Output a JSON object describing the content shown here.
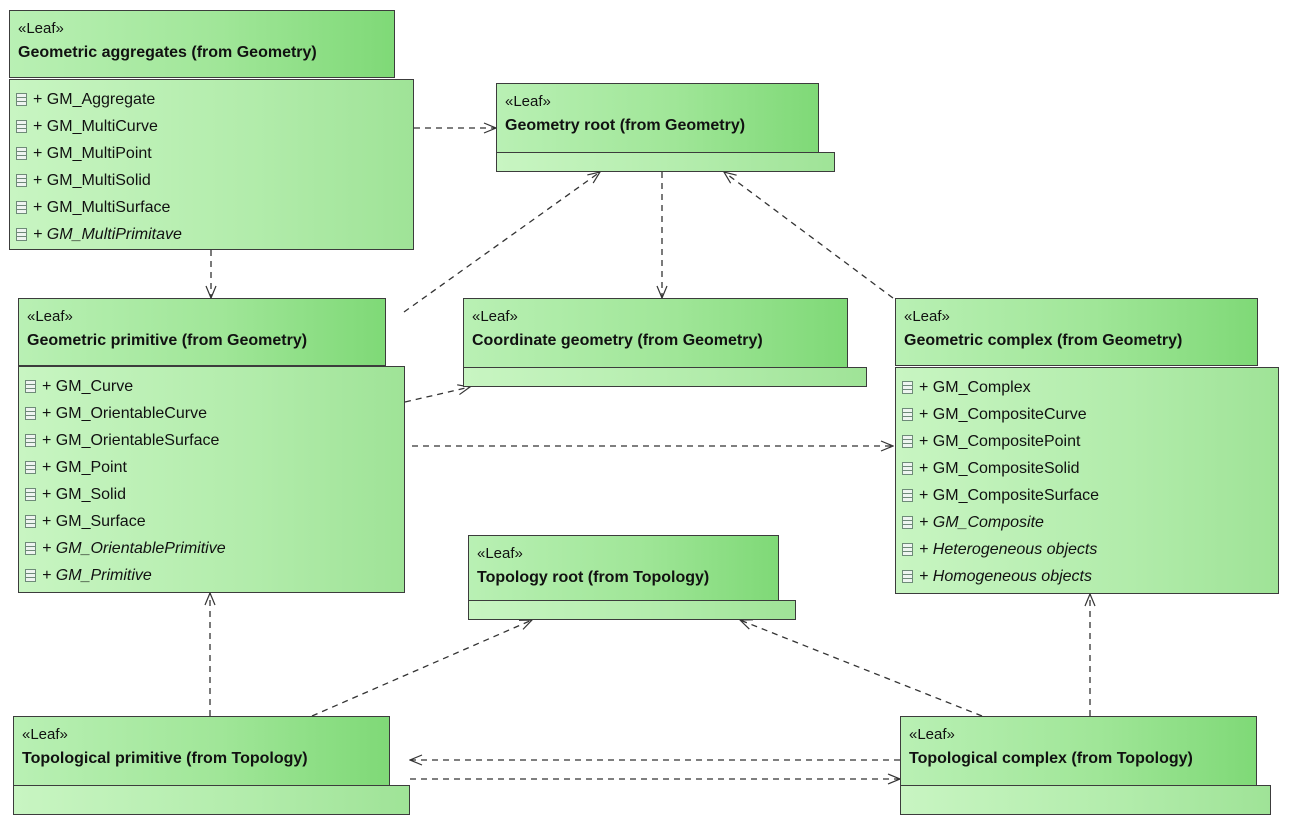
{
  "packages": [
    {
      "id": "geometric-aggregates",
      "stereotype": "«Leaf»",
      "title": "Geometric aggregates (from Geometry)",
      "members": [
        {
          "text": "+ GM_Aggregate",
          "italic": false
        },
        {
          "text": "+ GM_MultiCurve",
          "italic": false
        },
        {
          "text": "+ GM_MultiPoint",
          "italic": false
        },
        {
          "text": "+ GM_MultiSolid",
          "italic": false
        },
        {
          "text": "+ GM_MultiSurface",
          "italic": false
        },
        {
          "text": "+ GM_MultiPrimitave",
          "italic": true
        }
      ]
    },
    {
      "id": "geometry-root",
      "stereotype": "«Leaf»",
      "title": "Geometry root (from Geometry)",
      "members": []
    },
    {
      "id": "geometric-primitive",
      "stereotype": "«Leaf»",
      "title": "Geometric primitive (from Geometry)",
      "members": [
        {
          "text": "+ GM_Curve",
          "italic": false
        },
        {
          "text": "+ GM_OrientableCurve",
          "italic": false
        },
        {
          "text": "+ GM_OrientableSurface",
          "italic": false
        },
        {
          "text": "+ GM_Point",
          "italic": false
        },
        {
          "text": "+ GM_Solid",
          "italic": false
        },
        {
          "text": "+ GM_Surface",
          "italic": false
        },
        {
          "text": "+ GM_OrientablePrimitive",
          "italic": true
        },
        {
          "text": "+ GM_Primitive",
          "italic": true
        }
      ]
    },
    {
      "id": "coordinate-geometry",
      "stereotype": "«Leaf»",
      "title": "Coordinate geometry (from Geometry)",
      "members": []
    },
    {
      "id": "geometric-complex",
      "stereotype": "«Leaf»",
      "title": "Geometric complex (from Geometry)",
      "members": [
        {
          "text": "+ GM_Complex",
          "italic": false
        },
        {
          "text": "+ GM_CompositeCurve",
          "italic": false
        },
        {
          "text": "+ GM_CompositePoint",
          "italic": false
        },
        {
          "text": "+ GM_CompositeSolid",
          "italic": false
        },
        {
          "text": "+ GM_CompositeSurface",
          "italic": false
        },
        {
          "text": "+ GM_Composite",
          "italic": true
        },
        {
          "text": "+ Heterogeneous objects",
          "italic": true
        },
        {
          "text": "+ Homogeneous objects",
          "italic": true
        }
      ]
    },
    {
      "id": "topology-root",
      "stereotype": "«Leaf»",
      "title": "Topology root (from Topology)",
      "members": []
    },
    {
      "id": "topological-primitive",
      "stereotype": "«Leaf»",
      "title": "Topological primitive (from Topology)",
      "members": []
    },
    {
      "id": "topological-complex",
      "stereotype": "«Leaf»",
      "title": "Topological complex (from Topology)",
      "members": []
    }
  ],
  "dependencies": [
    {
      "from": "geometric-aggregates",
      "to": "geometry-root"
    },
    {
      "from": "geometric-aggregates",
      "to": "geometric-primitive"
    },
    {
      "from": "geometric-primitive",
      "to": "geometry-root"
    },
    {
      "from": "geometry-root",
      "to": "coordinate-geometry"
    },
    {
      "from": "geometric-complex",
      "to": "geometry-root"
    },
    {
      "from": "geometric-primitive",
      "to": "coordinate-geometry"
    },
    {
      "from": "geometric-primitive",
      "to": "geometric-complex"
    },
    {
      "from": "topological-primitive",
      "to": "geometric-primitive"
    },
    {
      "from": "topological-primitive",
      "to": "topology-root"
    },
    {
      "from": "topological-complex",
      "to": "topology-root"
    },
    {
      "from": "topological-complex",
      "to": "geometric-complex"
    },
    {
      "from": "topological-complex",
      "to": "topological-primitive"
    },
    {
      "from": "topological-primitive",
      "to": "topological-complex"
    }
  ],
  "icons": {
    "member": "class-icon"
  },
  "colors": {
    "fill": "#a8e8a0",
    "border": "#3c3c3c",
    "connector": "#333333"
  }
}
